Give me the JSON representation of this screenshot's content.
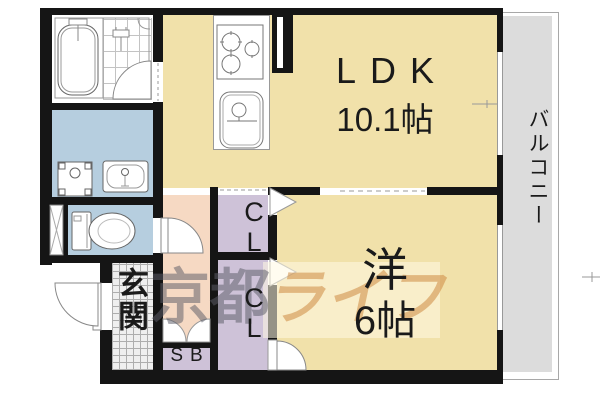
{
  "floorplan": {
    "rooms": {
      "ldk": {
        "name": "LDK",
        "size": "10.1帖"
      },
      "bedroom": {
        "name": "洋",
        "size": "6帖"
      },
      "closet_upper": {
        "label": "CL"
      },
      "closet_lower": {
        "label": "CL"
      },
      "entrance": {
        "label": "玄関"
      },
      "shoebox": {
        "label": "SB"
      },
      "balcony": {
        "label": "バルコニー"
      }
    },
    "watermark": {
      "brand_part1": "京都",
      "brand_part2": "ライフ"
    },
    "fixtures": [
      "bathtub",
      "shower-faucet",
      "washing-machine",
      "vanity-sink",
      "toilet",
      "gas-stove",
      "kitchen-sink",
      "pipe-space"
    ],
    "colors": {
      "room_cream": "#f1e1aa",
      "water_blue": "#b6cedf",
      "hallway_pink": "#f6d9c3",
      "closet_purple": "#cec2d8",
      "balcony_gray": "#dcdcdc",
      "wall_black": "#151515",
      "watermark_gray": "#5c5c68",
      "watermark_orange": "#cd8a42"
    }
  }
}
